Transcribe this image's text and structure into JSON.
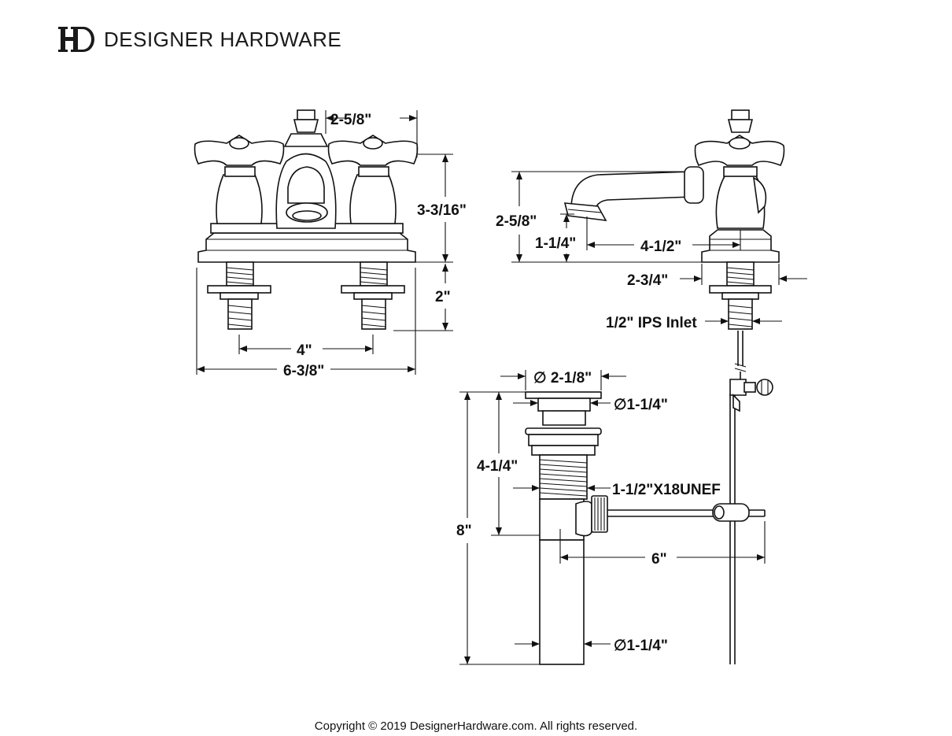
{
  "brand": {
    "name": "DESIGNER HARDWARE",
    "logo_icon": "dh-monogram-icon"
  },
  "dimensions": {
    "front_center_height": "2-5/8\"",
    "front_height": "3-3/16\"",
    "shank_length": "2\"",
    "center_spread": "4\"",
    "overall_width": "6-3/8\"",
    "side_height": "2-5/8\"",
    "aerator_height": "1-1/4\"",
    "spout_reach": "4-1/2\"",
    "base_depth": "2-3/4\"",
    "inlet": "1/2\" IPS Inlet",
    "drain_flange_dia": "∅ 2-1/8\"",
    "drain_body_dia": "∅1-1/4\"",
    "drain_thread_length": "4-1/4\"",
    "drain_thread": "1-1/2\"X18UNEF",
    "drain_overall_length": "8\"",
    "lift_rod_length": "6\"",
    "tailpiece_dia": "∅1-1/4\""
  },
  "footer": {
    "copyright": "Copyright © 2019 DesignerHardware.com. All rights reserved."
  }
}
